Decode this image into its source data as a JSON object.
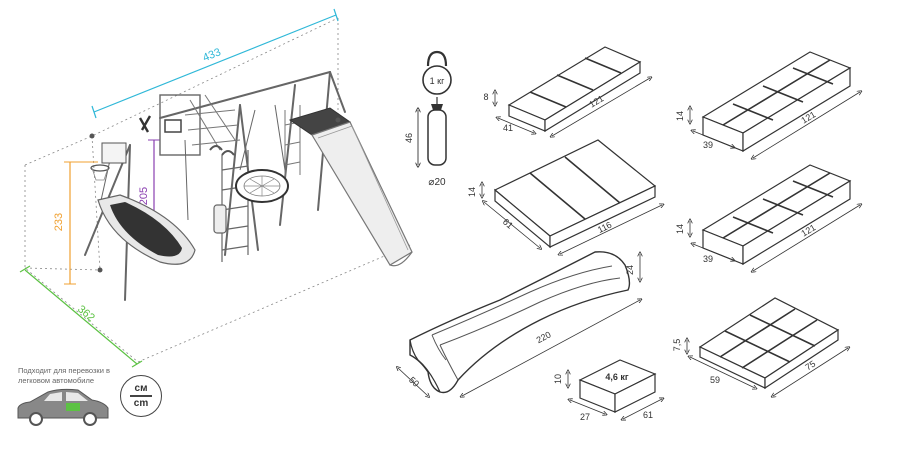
{
  "overall": {
    "length": "433",
    "depth": "362",
    "height": "233",
    "platform_height": "205",
    "colors": {
      "length": "#2fb8d8",
      "depth": "#5cc243",
      "height": "#f0a030",
      "platform_height": "#8a3fb0"
    }
  },
  "accessories": {
    "kettlebell_weight": "1 кг",
    "bag_height": "46",
    "bag_diameter": "⌀20"
  },
  "packages": [
    {
      "id": "box-1",
      "length": "121",
      "width": "41",
      "height": "8"
    },
    {
      "id": "box-2",
      "length": "116",
      "width": "61",
      "height": "14"
    },
    {
      "id": "box-3",
      "length": "121",
      "width": "39",
      "height": "14"
    },
    {
      "id": "box-4",
      "length": "121",
      "width": "39",
      "height": "14"
    },
    {
      "id": "box-5",
      "length": "75",
      "width": "59",
      "height": "7,5"
    },
    {
      "id": "box-6",
      "label": "4,6 кг",
      "length": "61",
      "width": "27",
      "height": "10"
    }
  ],
  "slide": {
    "length": "220",
    "width": "50",
    "height": "24"
  },
  "transport_note": "Подходит для перевозки в легковом автомобиле",
  "units": {
    "top": "см",
    "bottom": "cm"
  },
  "icons": [
    "car-icon",
    "unit-toggle-icon",
    "kettlebell-icon",
    "punching-bag-icon"
  ]
}
